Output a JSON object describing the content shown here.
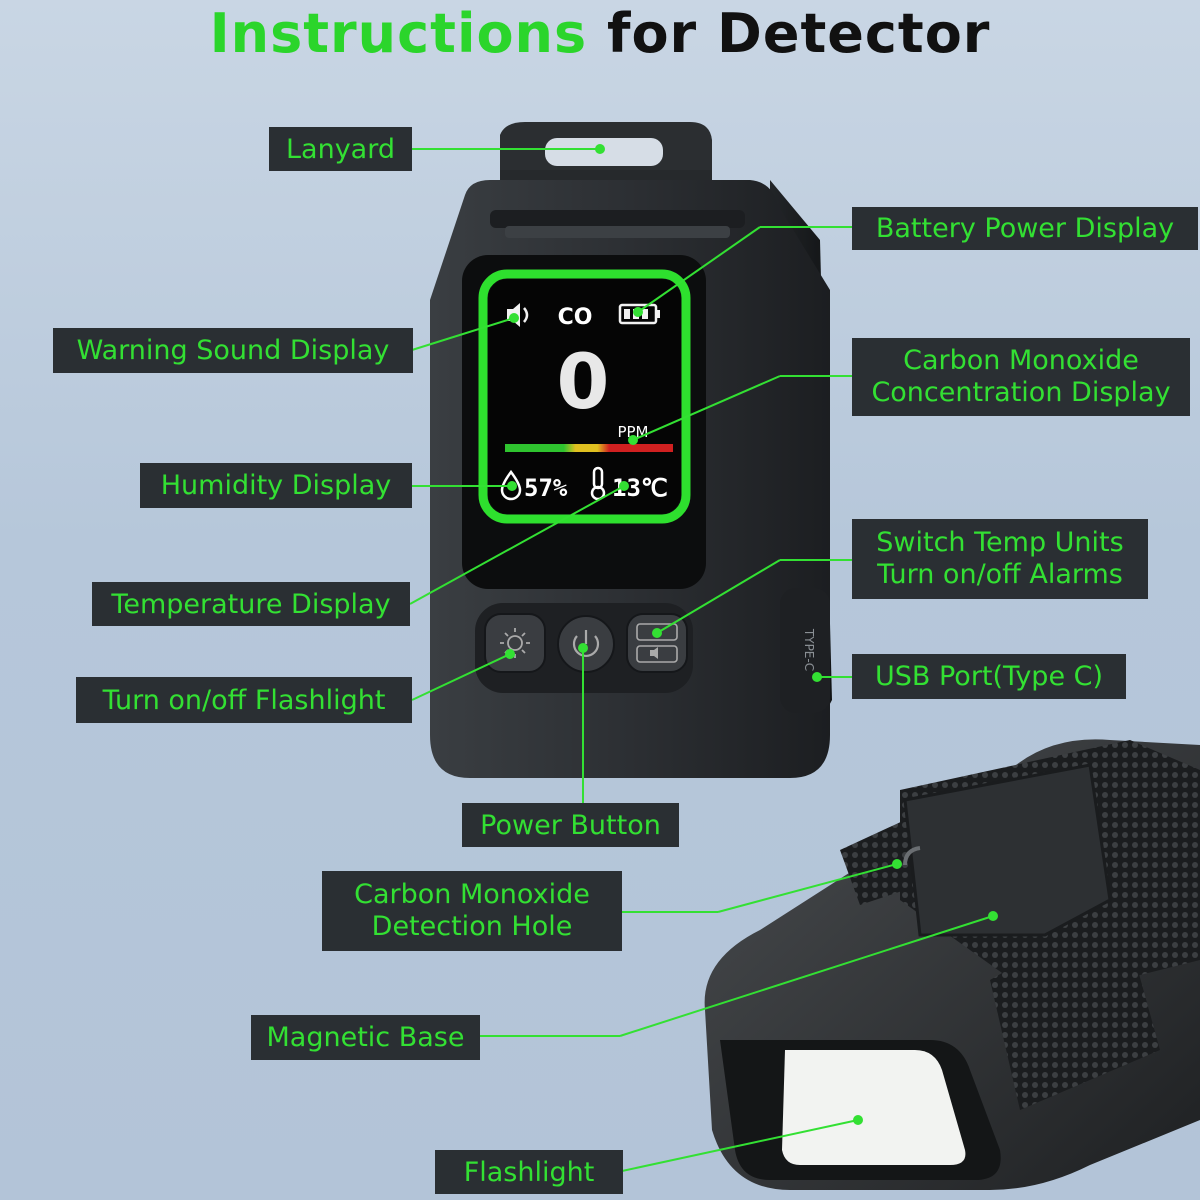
{
  "title": {
    "part1": "Instructions",
    "part2": "for Detector"
  },
  "callouts": {
    "lanyard": "Lanyard",
    "battery": "Battery Power Display",
    "warning_sound": "Warning Sound Display",
    "co_line1": "Carbon Monoxide",
    "co_line2": "Concentration Display",
    "humidity": "Humidity Display",
    "switch_line1": "Switch Temp Units",
    "switch_line2": "Turn on/off Alarms",
    "temperature": "Temperature Display",
    "usb": "USB Port(Type C)",
    "flashlight_btn": "Turn on/off Flashlight",
    "power": "Power Button",
    "hole_line1": "Carbon Monoxide",
    "hole_line2": "Detection Hole",
    "magnetic": "Magnetic Base",
    "flashlight": "Flashlight"
  },
  "screen": {
    "gas": "CO",
    "reading": "0",
    "unit": "PPM",
    "humidity": "57%",
    "temperature": "13℃"
  },
  "device": {
    "port_label": "TYPE-C"
  },
  "colors": {
    "accent": "#33e033",
    "label_bg": "#2a2f33",
    "device": "#2e3134"
  }
}
